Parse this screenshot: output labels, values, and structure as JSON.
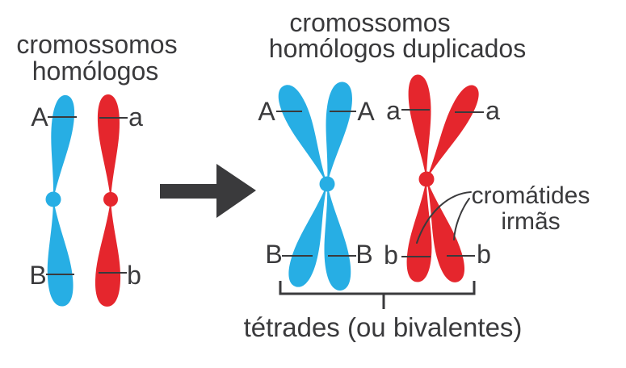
{
  "colors": {
    "blue": "#27AEE4",
    "red": "#E5262D",
    "dark": "#3A3A3C",
    "line": "#3A3A3C"
  },
  "left_group": {
    "title_line1": "cromossomos",
    "title_line2": "homólogos",
    "labels": {
      "blue_top": "A",
      "red_top": "a",
      "blue_bottom": "B",
      "red_bottom": "b"
    }
  },
  "right_group": {
    "title_line1": "cromossomos",
    "title_line2": "homólogos duplicados",
    "labels": {
      "blue_top_left": "A",
      "blue_top_right": "A",
      "red_top_left": "a",
      "red_top_right": "a",
      "blue_bottom_left": "B",
      "blue_bottom_right": "B",
      "red_bottom_left": "b",
      "red_bottom_right": "b"
    },
    "annotation_line1": "cromátides",
    "annotation_line2": "irmãs",
    "caption": "tétrades (ou bivalentes)"
  }
}
